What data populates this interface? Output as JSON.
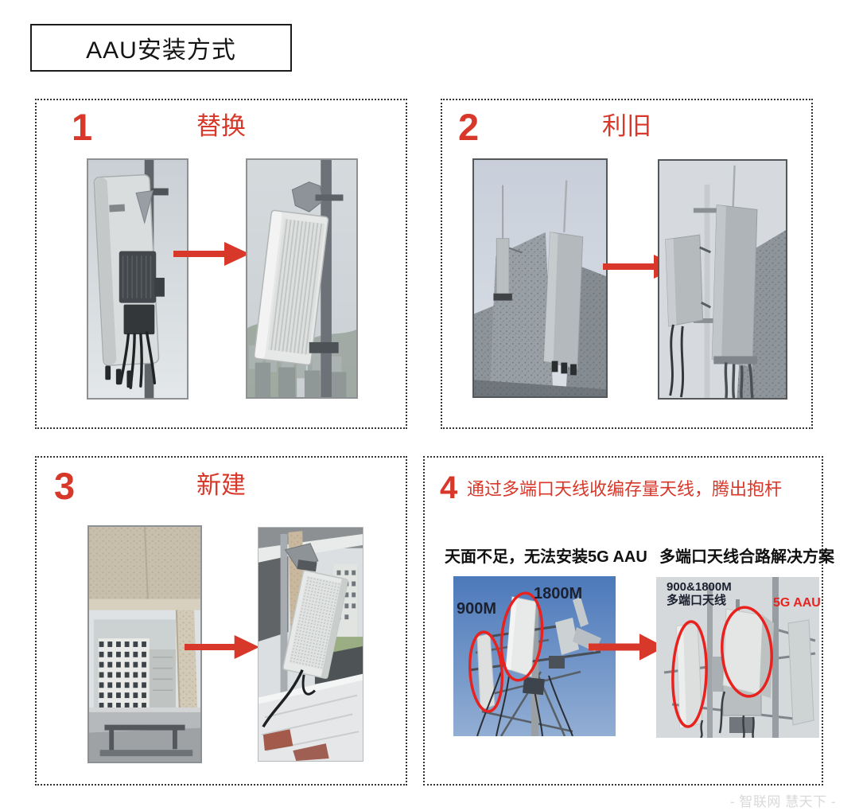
{
  "header": {
    "title": "AAU安装方式"
  },
  "panels": [
    {
      "number": "1",
      "title": "替换"
    },
    {
      "number": "2",
      "title": "利旧"
    },
    {
      "number": "3",
      "title": "新建"
    },
    {
      "number": "4",
      "title": "通过多端口天线收编存量天线，腾出抱杆",
      "captions": {
        "left": "天面不足，无法安装5G AAU",
        "right": "多端口天线合路解决方案"
      },
      "photo_labels": {
        "p900": "900M",
        "p1800": "1800M",
        "multiport_line1": "900&1800M",
        "multiport_line2": "多端口天线",
        "aau5g": "5G AAU"
      }
    }
  ],
  "footer": {
    "watermark": "- 智联网 慧天下 -"
  },
  "colors": {
    "accent": "#d8382a",
    "ellipse": "#e8231f",
    "photo_label_dark": "#1b2130"
  }
}
